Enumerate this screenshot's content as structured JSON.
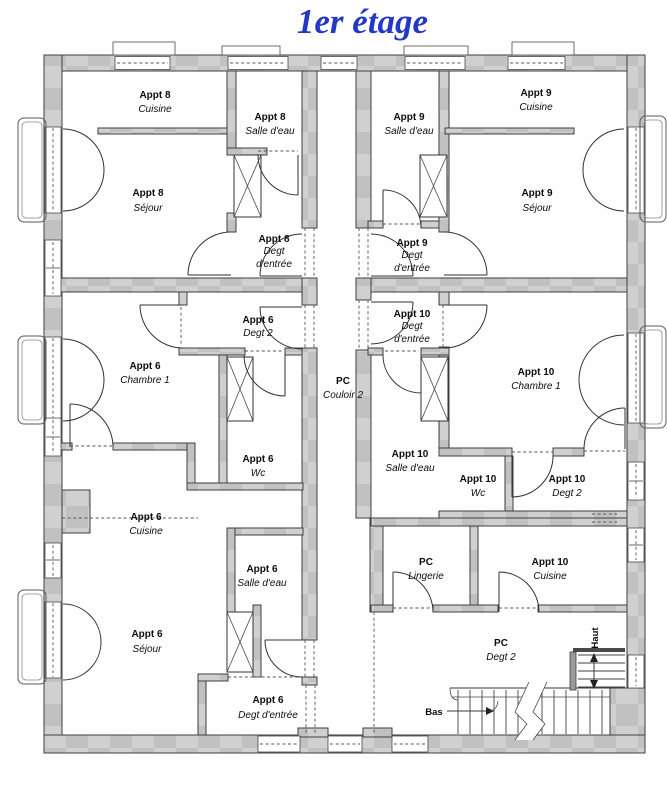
{
  "title": "1er étage",
  "colors": {
    "title_blue": "#2438c8",
    "wall_gray_light": "#d2d2d2",
    "wall_gray_dark": "#c2c2c2",
    "line": "#3a3a3a"
  },
  "labels": {
    "appt8_cuisine": {
      "apt": "Appt 8",
      "room": "Cuisine"
    },
    "appt8_salle_eau": {
      "apt": "Appt 8",
      "room": "Salle d'eau"
    },
    "appt8_sejour": {
      "apt": "Appt 8",
      "room": "Séjour"
    },
    "appt8_degt": {
      "apt": "Appt 8",
      "room1": "Degt",
      "room2": "d'entrée"
    },
    "appt9_salle_eau": {
      "apt": "Appt 9",
      "room": "Salle d'eau"
    },
    "appt9_cuisine": {
      "apt": "Appt 9",
      "room": "Cuisine"
    },
    "appt9_sejour": {
      "apt": "Appt 9",
      "room": "Séjour"
    },
    "appt9_degt": {
      "apt": "Appt 9",
      "room1": "Degt",
      "room2": "d'entrée"
    },
    "appt6_degt2": {
      "apt": "Appt 6",
      "room": "Degt 2"
    },
    "appt6_chambre": {
      "apt": "Appt 6",
      "room": "Chambre 1"
    },
    "pc_couloir": {
      "apt": "PC",
      "room": "Couloir 2"
    },
    "appt10_degt": {
      "apt": "Appt 10",
      "room1": "Degt",
      "room2": "d'entrée"
    },
    "appt10_chambre": {
      "apt": "Appt 10",
      "room": "Chambre 1"
    },
    "appt6_wc": {
      "apt": "Appt 6",
      "room": "Wc"
    },
    "appt10_salle_eau": {
      "apt": "Appt 10",
      "room": "Salle d'eau"
    },
    "appt10_wc": {
      "apt": "Appt 10",
      "room": "Wc"
    },
    "appt10_degt2": {
      "apt": "Appt 10",
      "room": "Degt 2"
    },
    "appt6_cuisine": {
      "apt": "Appt 6",
      "room": "Cuisine"
    },
    "appt6_salle_eau": {
      "apt": "Appt 6",
      "room": "Salle d'eau"
    },
    "pc_lingerie": {
      "apt": "PC",
      "room": "Lingerie"
    },
    "appt10_cuisine": {
      "apt": "Appt 10",
      "room": "Cuisine"
    },
    "appt6_sejour": {
      "apt": "Appt 6",
      "room": "Séjour"
    },
    "appt6_degt_entree": {
      "apt": "Appt 6",
      "room": "Degt d'entrée"
    },
    "pc_degt2": {
      "apt": "PC",
      "room": "Degt 2"
    }
  },
  "stairs": {
    "bas": "Bas",
    "haut": "Haut"
  }
}
